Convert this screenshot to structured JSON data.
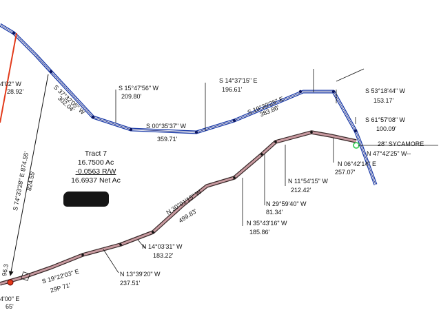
{
  "tract": {
    "name": "Tract 7",
    "gross": "16.7500 Ac",
    "row": "-0.0563 R/W",
    "net": "16.6937 Net Ac"
  },
  "colors": {
    "road": "#1a3aa8",
    "creek": "#c89aa0",
    "red": "#e23a1a",
    "tree": "#3fcf5a",
    "ink": "#111111"
  },
  "calls": {
    "c1b": "S 37°32'05\" W",
    "c1d": "302.04'",
    "c2b": "S 15°47'56\" W",
    "c2d": "209.80'",
    "c3b": "S 00°35'37\" W",
    "c3d": "359.71'",
    "c4b": "S 14°37'15\" E",
    "c4d": "196.61'",
    "c5b": "S 19°20'25\" E",
    "c5d": "383.86'",
    "c6b": "S 53°18'44\" W",
    "c6d": "153.17'",
    "c7b": "S 61°57'08\" W",
    "c7d": "100.09'",
    "sycamore": "28\" SYCAMORE",
    "tie": "N 47°42'25\" W--",
    "c8b": "N 06°42'14\" E",
    "c8d": "257.07'",
    "c9b": "N 11°54'15\" W",
    "c9d": "212.42'",
    "c10b": "N 29°59'40\" W",
    "c10d": "81.34'",
    "c11b": "N 35°43'16\" W",
    "c11d": "185.86'",
    "c12b": "N 30°01'15\" W",
    "c12d": "499.83'",
    "c13b": "N 14°03'31\" W",
    "c13d": "183.22'",
    "c14b": "N 13°39'20\" W",
    "c14d": "237.51'",
    "c15b": "S 19°22'03\" E",
    "c15d": "29P 71'",
    "c16b": "S 74°33'28\" E  874.55'",
    "c16d": "824.55'",
    "w1b": "4'02\" W",
    "w1d": "28.92'",
    "bl1": "4'00\" E",
    "bl2": "65'",
    "bl3": "96.3"
  }
}
